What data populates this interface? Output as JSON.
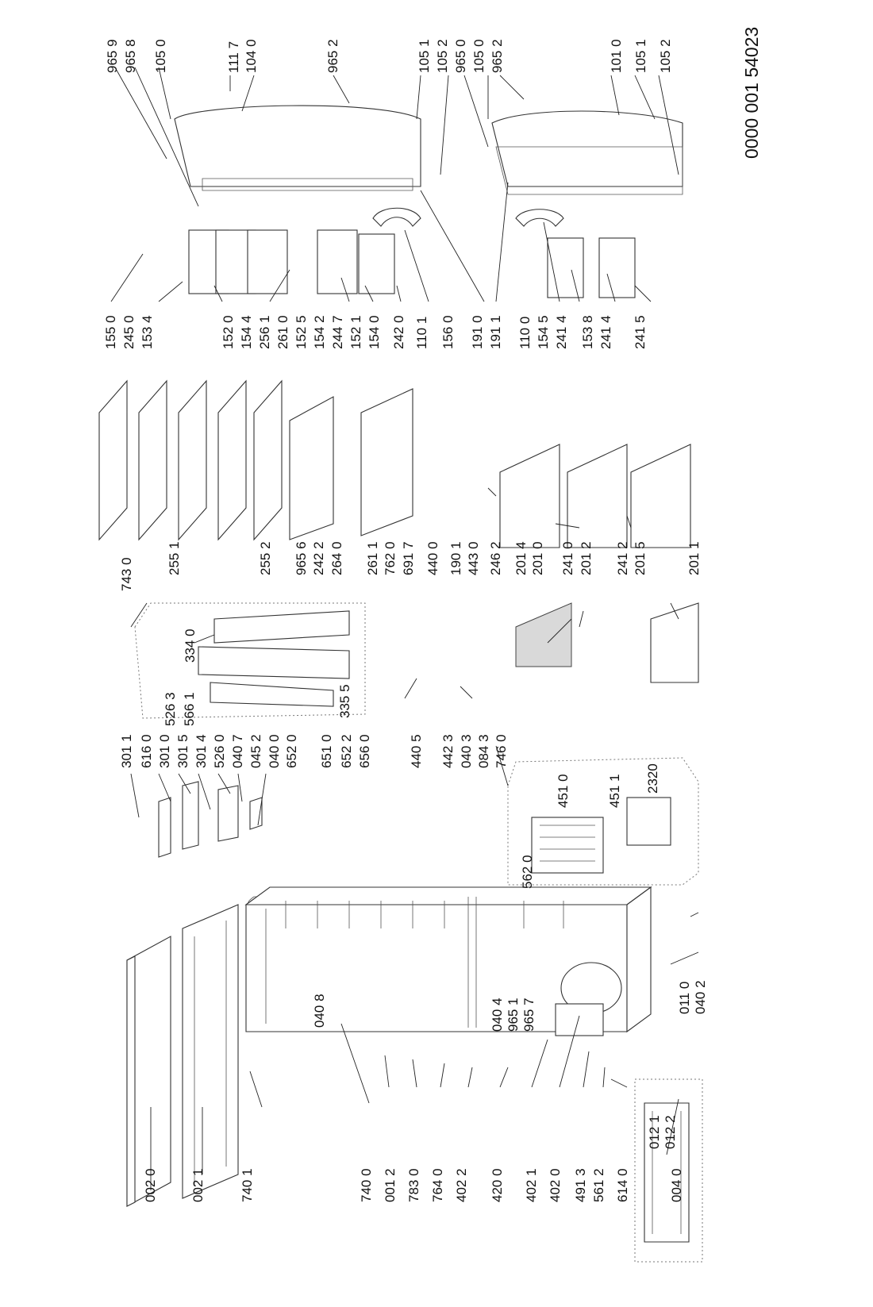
{
  "document": {
    "number": "0000 001 54023"
  },
  "labels": {
    "l0020": "002 0",
    "l0021": "002 1",
    "l7401": "740 1",
    "l7400": "740 0",
    "l0012": "001 2",
    "l7830": "783 0",
    "l7640": "764 0",
    "l4022": "402 2",
    "l4200": "420 0",
    "l4021": "402 1",
    "l4020": "402 0",
    "l4913": "491 3",
    "l5612": "561 2",
    "l6140": "614 0",
    "l0040": "004 0",
    "l0408": "040 8",
    "l0404": "040 4",
    "l9651": "965 1",
    "l9657": "965 7",
    "l0121": "012 1",
    "l0122": "012 2",
    "l0110": "011 0",
    "l0402": "040 2",
    "l3011": "301 1",
    "l6160": "616 0",
    "l3010": "301 0",
    "l3015": "301 5",
    "l3014": "301 4",
    "l5260": "526 0",
    "l0407": "040 7",
    "l0452": "045 2",
    "l0400": "040 0",
    "l6520": "652 0",
    "l6510": "651 0",
    "l6522": "652 2",
    "l6560": "656 0",
    "l5620": "562 0",
    "l4510": "451 0",
    "l4511": "451 1",
    "l2320": "2320",
    "l7430": "743 0",
    "l3340": "334 0",
    "l5263": "526 3",
    "l5661": "566 1",
    "l3355": "335 5",
    "l7620": "762 0",
    "l6917": "691 7",
    "l4400": "440 0",
    "l1901": "190 1",
    "l4430": "443 0",
    "l4405": "440 5",
    "l4423": "442 3",
    "l0403": "040 3",
    "l0843": "084 3",
    "l7460": "746 0",
    "l2014": "201 4",
    "l2010": "201 0",
    "l2410": "241 0",
    "l2012": "201 2",
    "l2412": "241 2",
    "l2015": "201 5",
    "l2011": "201 1",
    "l2551": "255 1",
    "l2552": "255 2",
    "l9656": "965 6",
    "l2422": "242 2",
    "l2640": "264 0",
    "l2611": "261 1",
    "l2462": "246 2",
    "l1550": "155 0",
    "l2450": "245 0",
    "l1534": "153 4",
    "l1520": "152 0",
    "l1544": "154 4",
    "l2561": "256 1",
    "l2610": "261 0",
    "l1525": "152 5",
    "l1542": "154 2",
    "l2447": "244 7",
    "l1521": "152 1",
    "l1540": "154 0",
    "l2420": "242 0",
    "l1101": "110 1",
    "l1560": "156 0",
    "l1910": "191 0",
    "l1911": "191 1",
    "l1100": "110 0",
    "l1545": "154 5",
    "l2414": "241 4",
    "l1538": "153 8",
    "l2414b": "241 4",
    "l2415": "241 5",
    "l9659": "965 9",
    "l9658": "965 8",
    "l1050": "105 0",
    "l1117": "111 7",
    "l1040": "104 0",
    "l9652": "965 2",
    "l1051": "105 1",
    "l1052": "105 2",
    "l9650": "965 0",
    "l1050b": "105 0",
    "l9652b": "965 2",
    "l1010": "101 0",
    "l1051b": "105 1",
    "l1052b": "105 2"
  }
}
